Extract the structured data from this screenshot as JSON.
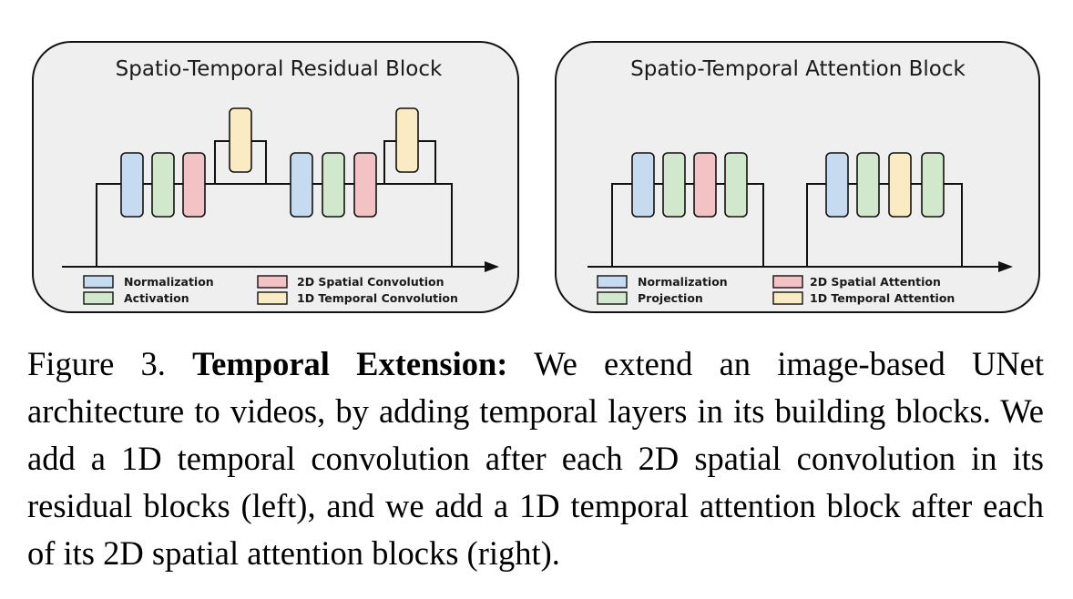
{
  "colors": {
    "normalization": "#c7dbf0",
    "activation": "#d2e8cc",
    "projection": "#d2e8cc",
    "spatial": "#f2c2c4",
    "temporal": "#fbebc3",
    "panel_bg": "#efefef",
    "stroke": "#111111"
  },
  "panels": [
    {
      "title": "Spatio-Temporal Residual Block",
      "legend": [
        {
          "label": "Normalization",
          "color_key": "normalization"
        },
        {
          "label": "Activation",
          "color_key": "activation"
        },
        {
          "label": "2D Spatial Convolution",
          "color_key": "spatial"
        },
        {
          "label": "1D Temporal Convolution",
          "color_key": "temporal"
        }
      ]
    },
    {
      "title": "Spatio-Temporal Attention Block",
      "legend": [
        {
          "label": "Normalization",
          "color_key": "normalization"
        },
        {
          "label": "Projection",
          "color_key": "projection"
        },
        {
          "label": "2D Spatial Attention",
          "color_key": "spatial"
        },
        {
          "label": "1D Temporal Attention",
          "color_key": "temporal"
        }
      ]
    }
  ],
  "caption": {
    "label": "Figure 3.",
    "bold": "Temporal Extension:",
    "text": "We extend an image-based UNet architecture to videos, by adding temporal layers in its building blocks. We add a 1D temporal convolution after each 2D spatial convolution in its residual blocks (left), and we add a 1D temporal attention block after each of its 2D spatial attention blocks (right)."
  }
}
